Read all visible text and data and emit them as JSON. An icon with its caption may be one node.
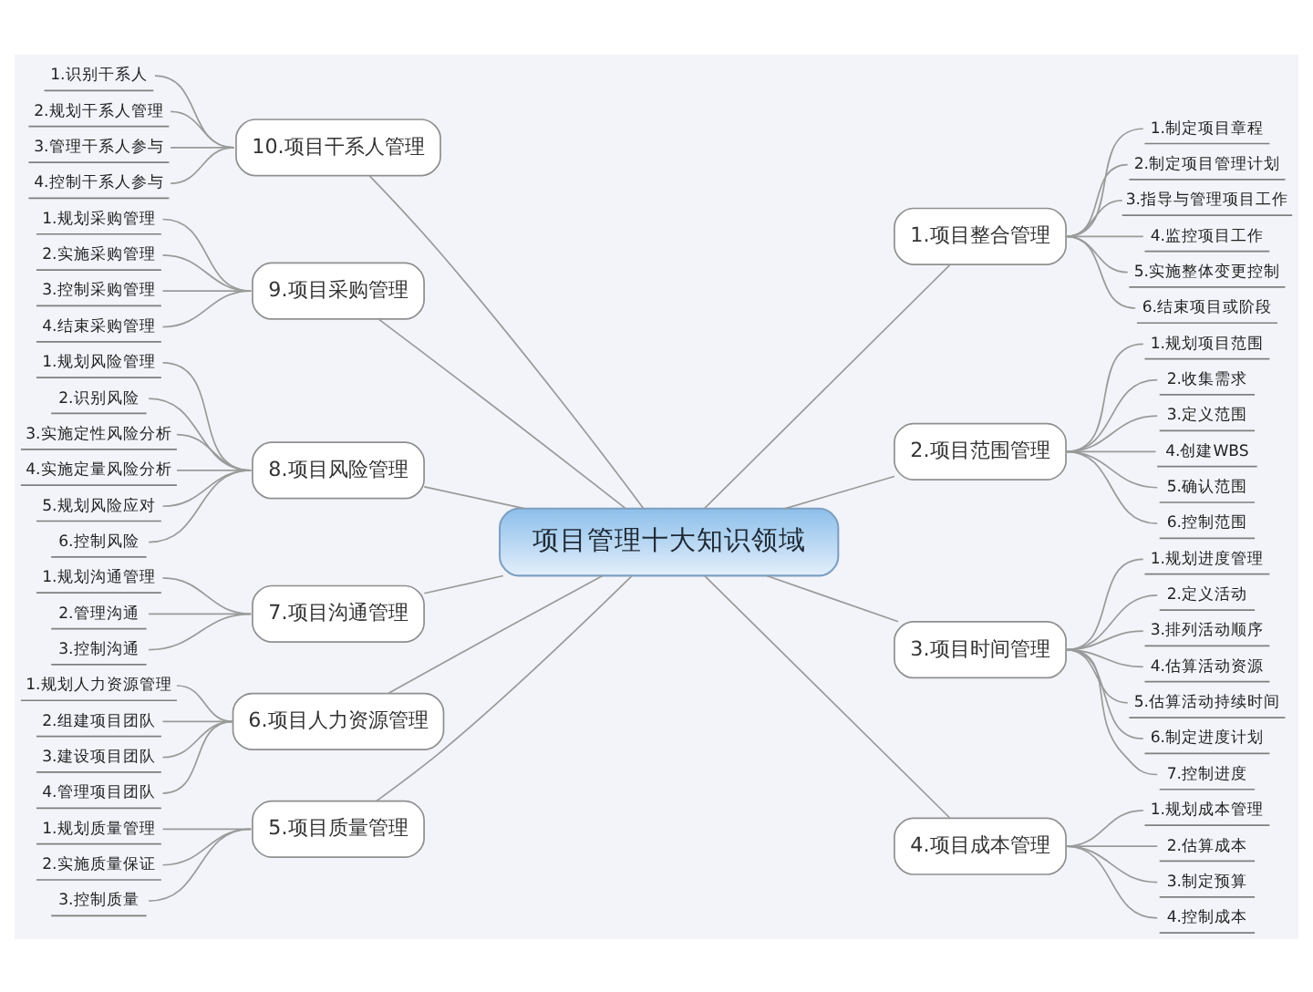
{
  "diagram": {
    "nodes": [
      {
        "text": [
          "项目管理十大知识领域"
        ]
      },
      {
        "text": [
          "1.项目整合管理"
        ]
      },
      {
        "text": [
          "1.制定项目章程"
        ]
      },
      {
        "text": [
          "2.制定项目管理计划"
        ]
      },
      {
        "text": [
          "3.指导与管理项目工作"
        ]
      },
      {
        "text": [
          "4.监控项目工作"
        ]
      },
      {
        "text": [
          "5.实施整体变更控制"
        ]
      },
      {
        "text": [
          "6.结束项目或阶段"
        ]
      },
      {
        "text": [
          "2.项目范围管理"
        ]
      },
      {
        "text": [
          "1.规划项目范围"
        ]
      },
      {
        "text": [
          "2.收集需求"
        ]
      },
      {
        "text": [
          "3.定义范围"
        ]
      },
      {
        "text": [
          "4.创建WBS"
        ]
      },
      {
        "text": [
          "5.确认范围"
        ]
      },
      {
        "text": [
          "6.控制范围"
        ]
      },
      {
        "text": [
          "3.项目时间管理"
        ]
      },
      {
        "text": [
          "1.规划进度管理"
        ]
      },
      {
        "text": [
          "2.定义活动"
        ]
      },
      {
        "text": [
          "3.排列活动顺序"
        ]
      },
      {
        "text": [
          "4.估算活动资源"
        ]
      },
      {
        "text": [
          "5.估算活动持续时间"
        ]
      },
      {
        "text": [
          "6.制定进度计划"
        ]
      },
      {
        "text": [
          "7.控制进度"
        ]
      },
      {
        "text": [
          "4.项目成本管理"
        ]
      },
      {
        "text": [
          "1.规划成本管理"
        ]
      },
      {
        "text": [
          "2.估算成本"
        ]
      },
      {
        "text": [
          "3.制定预算"
        ]
      },
      {
        "text": [
          "4.控制成本"
        ]
      },
      {
        "text": [
          "5.项目质量管理"
        ]
      },
      {
        "text": [
          "1.规划质量管理"
        ]
      },
      {
        "text": [
          "2.实施质量保证"
        ]
      },
      {
        "text": [
          "3.控制质量"
        ]
      },
      {
        "text": [
          "6.项目人力资源管理"
        ]
      },
      {
        "text": [
          "1.规划人力资源管理"
        ]
      },
      {
        "text": [
          "2.组建项目团队"
        ]
      },
      {
        "text": [
          "3.建设项目团队"
        ]
      },
      {
        "text": [
          "4.管理项目团队"
        ]
      },
      {
        "text": [
          "7.项目沟通管理"
        ]
      },
      {
        "text": [
          "1.规划沟通管理"
        ]
      },
      {
        "text": [
          "2.管理沟通"
        ]
      },
      {
        "text": [
          "3.控制沟通"
        ]
      },
      {
        "text": [
          "8.项目风险管理"
        ]
      },
      {
        "text": [
          "1.规划风险管理"
        ]
      },
      {
        "text": [
          "2.识别风险"
        ]
      },
      {
        "text": [
          "3.实施定性风险分析"
        ]
      },
      {
        "text": [
          "4.实施定量风险分析"
        ]
      },
      {
        "text": [
          "5.规划风险应对"
        ]
      },
      {
        "text": [
          "6.控制风险"
        ]
      },
      {
        "text": [
          "9.项目采购管理"
        ]
      },
      {
        "text": [
          "1.规划采购管理"
        ]
      },
      {
        "text": [
          "2.实施采购管理"
        ]
      },
      {
        "text": [
          "3.控制采购管理"
        ]
      },
      {
        "text": [
          "4.结束采购管理"
        ]
      },
      {
        "text": [
          "10.项目干系人管理"
        ]
      },
      {
        "text": [
          "1.识别干系人"
        ]
      },
      {
        "text": [
          "2.规划干系人管理"
        ]
      },
      {
        "text": [
          "3.管理干系人参与"
        ]
      },
      {
        "text": [
          "4.控制干系人参与"
        ]
      }
    ],
    "edges": [
      {
        "from": 0,
        "to": 1,
        "arrow": "none"
      },
      {
        "from": 1,
        "to": 2,
        "arrow": "none"
      },
      {
        "from": 1,
        "to": 3,
        "arrow": "none"
      },
      {
        "from": 1,
        "to": 4,
        "arrow": "none"
      },
      {
        "from": 1,
        "to": 5,
        "arrow": "none"
      },
      {
        "from": 1,
        "to": 6,
        "arrow": "none"
      },
      {
        "from": 1,
        "to": 7,
        "arrow": "none"
      },
      {
        "from": 0,
        "to": 8,
        "arrow": "none"
      },
      {
        "from": 8,
        "to": 9,
        "arrow": "none"
      },
      {
        "from": 8,
        "to": 10,
        "arrow": "none"
      },
      {
        "from": 8,
        "to": 11,
        "arrow": "none"
      },
      {
        "from": 8,
        "to": 12,
        "arrow": "none"
      },
      {
        "from": 8,
        "to": 13,
        "arrow": "none"
      },
      {
        "from": 8,
        "to": 14,
        "arrow": "none"
      },
      {
        "from": 0,
        "to": 15,
        "arrow": "none"
      },
      {
        "from": 15,
        "to": 16,
        "arrow": "none"
      },
      {
        "from": 15,
        "to": 17,
        "arrow": "none"
      },
      {
        "from": 15,
        "to": 18,
        "arrow": "none"
      },
      {
        "from": 15,
        "to": 19,
        "arrow": "none"
      },
      {
        "from": 15,
        "to": 20,
        "arrow": "none"
      },
      {
        "from": 15,
        "to": 21,
        "arrow": "none"
      },
      {
        "from": 15,
        "to": 22,
        "arrow": "none"
      },
      {
        "from": 0,
        "to": 23,
        "arrow": "none"
      },
      {
        "from": 23,
        "to": 24,
        "arrow": "none"
      },
      {
        "from": 23,
        "to": 25,
        "arrow": "none"
      },
      {
        "from": 23,
        "to": 26,
        "arrow": "none"
      },
      {
        "from": 23,
        "to": 27,
        "arrow": "none"
      },
      {
        "from": 0,
        "to": 28,
        "arrow": "none"
      },
      {
        "from": 28,
        "to": 29,
        "arrow": "none"
      },
      {
        "from": 28,
        "to": 30,
        "arrow": "none"
      },
      {
        "from": 28,
        "to": 31,
        "arrow": "none"
      },
      {
        "from": 0,
        "to": 32,
        "arrow": "none"
      },
      {
        "from": 32,
        "to": 33,
        "arrow": "none"
      },
      {
        "from": 32,
        "to": 34,
        "arrow": "none"
      },
      {
        "from": 32,
        "to": 35,
        "arrow": "none"
      },
      {
        "from": 32,
        "to": 36,
        "arrow": "none"
      },
      {
        "from": 0,
        "to": 37,
        "arrow": "none"
      },
      {
        "from": 37,
        "to": 38,
        "arrow": "none"
      },
      {
        "from": 37,
        "to": 39,
        "arrow": "none"
      },
      {
        "from": 37,
        "to": 40,
        "arrow": "none"
      },
      {
        "from": 0,
        "to": 41,
        "arrow": "none"
      },
      {
        "from": 41,
        "to": 42,
        "arrow": "none"
      },
      {
        "from": 41,
        "to": 43,
        "arrow": "none"
      },
      {
        "from": 41,
        "to": 44,
        "arrow": "none"
      },
      {
        "from": 41,
        "to": 45,
        "arrow": "none"
      },
      {
        "from": 41,
        "to": 46,
        "arrow": "none"
      },
      {
        "from": 41,
        "to": 47,
        "arrow": "none"
      },
      {
        "from": 0,
        "to": 48,
        "arrow": "none"
      },
      {
        "from": 48,
        "to": 49,
        "arrow": "none"
      },
      {
        "from": 48,
        "to": 50,
        "arrow": "none"
      },
      {
        "from": 48,
        "to": 51,
        "arrow": "none"
      },
      {
        "from": 48,
        "to": 52,
        "arrow": "none"
      },
      {
        "from": 0,
        "to": 53,
        "arrow": "none"
      },
      {
        "from": 53,
        "to": 54,
        "arrow": "none"
      },
      {
        "from": 53,
        "to": 55,
        "arrow": "none"
      },
      {
        "from": 53,
        "to": 56,
        "arrow": "none"
      },
      {
        "from": 53,
        "to": 57,
        "arrow": "none"
      }
    ]
  }
}
